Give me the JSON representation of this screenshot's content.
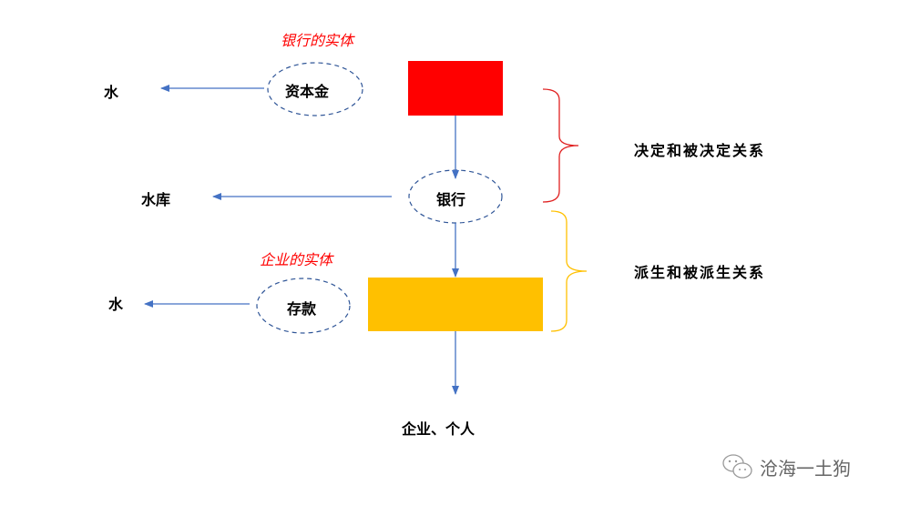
{
  "annotations": {
    "bank_entity": "银行的实体",
    "enterprise_entity": "企业的实体"
  },
  "nodes": {
    "capital": "资本金",
    "bank": "银行",
    "deposit": "存款",
    "water_top": "水",
    "reservoir": "水库",
    "water_bottom": "水",
    "end": "企业、个人"
  },
  "relations": {
    "determine": "决定和被决定关系",
    "derive": "派生和被派生关系"
  },
  "colors": {
    "bank_block": "#ff0000",
    "enterprise_block": "#ffc000",
    "arrow": "#4472c4",
    "ellipse": "#2f5597",
    "brace_red": "#e02020",
    "brace_yellow": "#ffc000"
  },
  "watermark": {
    "icon": "wechat-icon",
    "text": "沧海一土狗"
  }
}
